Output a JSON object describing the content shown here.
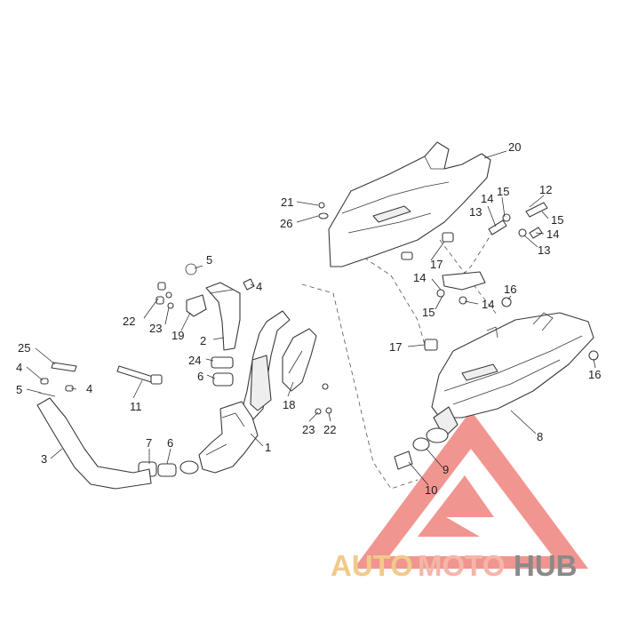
{
  "diagram": {
    "callouts": [
      {
        "id": "c1",
        "text": "1"
      },
      {
        "id": "c2",
        "text": "2"
      },
      {
        "id": "c3",
        "text": "3"
      },
      {
        "id": "c4a",
        "text": "4"
      },
      {
        "id": "c4b",
        "text": "4"
      },
      {
        "id": "c4c",
        "text": "4"
      },
      {
        "id": "c5a",
        "text": "5"
      },
      {
        "id": "c5b",
        "text": "5"
      },
      {
        "id": "c6a",
        "text": "6"
      },
      {
        "id": "c6b",
        "text": "6"
      },
      {
        "id": "c7",
        "text": "7"
      },
      {
        "id": "c8",
        "text": "8"
      },
      {
        "id": "c9",
        "text": "9"
      },
      {
        "id": "c10",
        "text": "10"
      },
      {
        "id": "c11",
        "text": "11"
      },
      {
        "id": "c12",
        "text": "12"
      },
      {
        "id": "c13a",
        "text": "13"
      },
      {
        "id": "c13b",
        "text": "13"
      },
      {
        "id": "c14a",
        "text": "14"
      },
      {
        "id": "c14b",
        "text": "14"
      },
      {
        "id": "c14c",
        "text": "14"
      },
      {
        "id": "c14d",
        "text": "14"
      },
      {
        "id": "c15a",
        "text": "15"
      },
      {
        "id": "c15b",
        "text": "15"
      },
      {
        "id": "c15c",
        "text": "15"
      },
      {
        "id": "c16a",
        "text": "16"
      },
      {
        "id": "c16b",
        "text": "16"
      },
      {
        "id": "c17a",
        "text": "17"
      },
      {
        "id": "c17b",
        "text": "17"
      },
      {
        "id": "c18",
        "text": "18"
      },
      {
        "id": "c19",
        "text": "19"
      },
      {
        "id": "c20",
        "text": "20"
      },
      {
        "id": "c21",
        "text": "21"
      },
      {
        "id": "c22a",
        "text": "22"
      },
      {
        "id": "c22b",
        "text": "22"
      },
      {
        "id": "c23a",
        "text": "23"
      },
      {
        "id": "c23b",
        "text": "23"
      },
      {
        "id": "c24",
        "text": "24"
      },
      {
        "id": "c25",
        "text": "25"
      },
      {
        "id": "c26",
        "text": "26"
      }
    ]
  },
  "watermark": {
    "part1": "AUTO",
    "part2": "MOTO",
    "part3": "HUB",
    "colors": {
      "part1": "#f3c98a",
      "part2": "#f4b6a8",
      "part3": "#8a8a8a",
      "triangle": "#f08a84"
    }
  }
}
